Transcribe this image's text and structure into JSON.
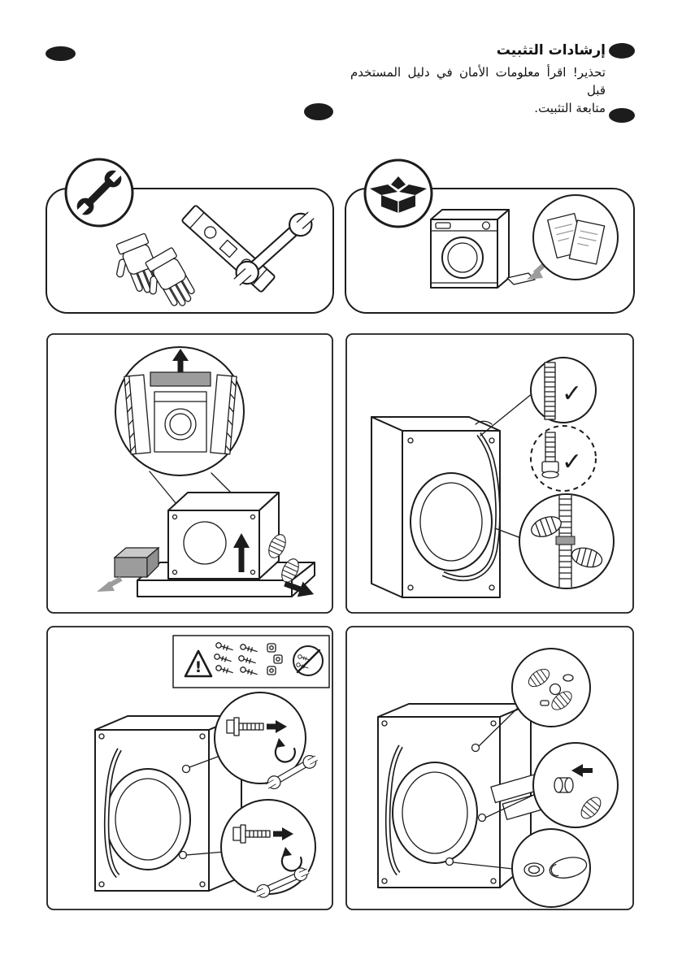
{
  "colors": {
    "ink": "#1c1c1c",
    "gray": "#9c9c9c",
    "gray_light": "#c9c9c9",
    "gray_dark": "#8f8f8f",
    "paper": "#ffffff"
  },
  "header": {
    "title": "إرشادات التثبيت",
    "warning_lines": [
      "تحذير! اقرأ معلومات الأمان في دليل المستخدم قبل",
      "متابعة التثبيت."
    ]
  },
  "glyphs": {
    "check": "✓",
    "exclaim": "!"
  },
  "icons": {
    "tools_badge": "wrench-icon",
    "unpack_badge": "open-box-icon",
    "warning": "warning-triangle-icon",
    "hose_ok": "check-mark",
    "keep_parts": "crossed-circle-icon"
  }
}
